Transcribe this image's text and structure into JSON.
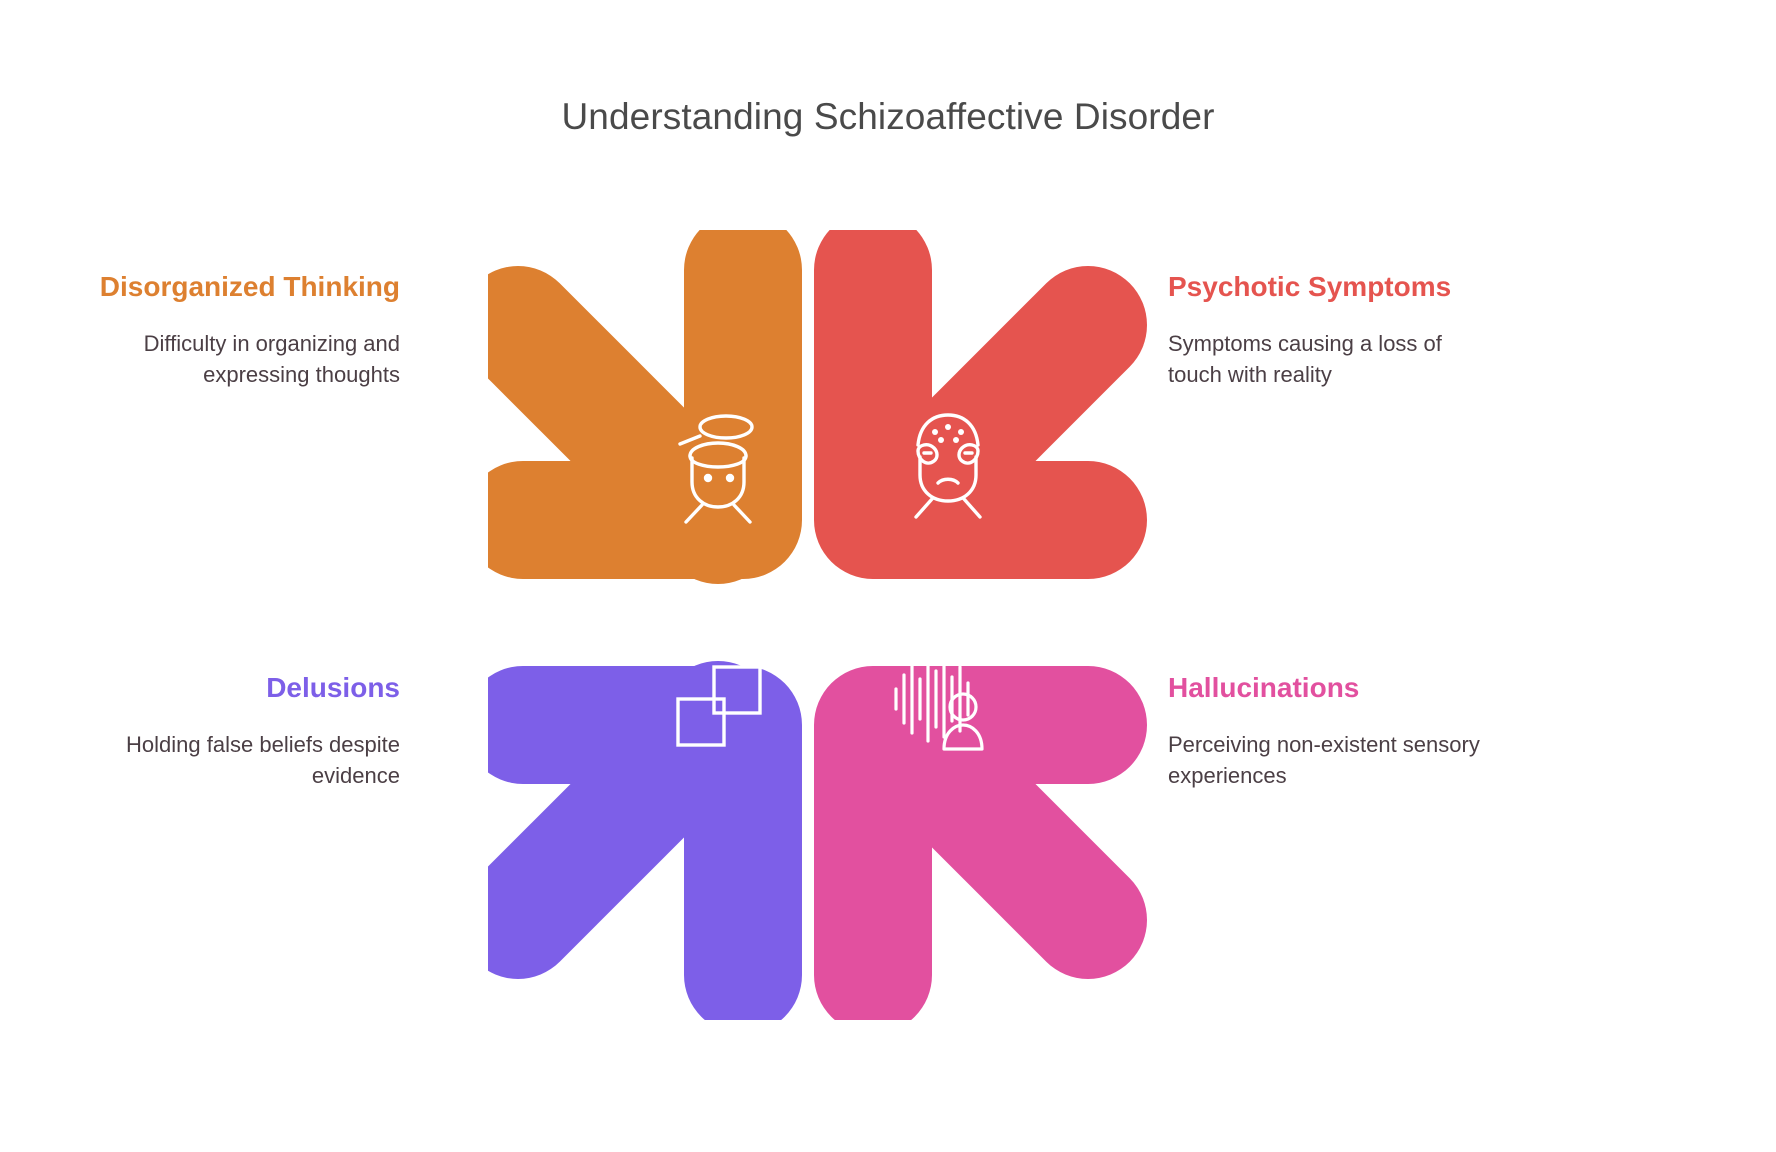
{
  "title": "Understanding Schizoaffective Disorder",
  "colors": {
    "orange": "#dd8030",
    "red": "#e5544f",
    "purple": "#7d5fe8",
    "pink": "#e2509f",
    "title_text": "#4a4a4a",
    "body_text": "#4b3f45",
    "background": "#ffffff"
  },
  "quadrants": {
    "top_left": {
      "heading": "Disorganized Thinking",
      "description": "Difficulty in organizing and expressing thoughts",
      "color": "#dd8030",
      "icon": "head-with-lifted-lid-icon",
      "arrow_direction": "down-right"
    },
    "top_right": {
      "heading": "Psychotic Symptoms",
      "description": "Symptoms causing a loss of touch with reality",
      "color": "#e5544f",
      "icon": "distressed-masked-face-icon",
      "arrow_direction": "down-left"
    },
    "bottom_left": {
      "heading": "Delusions",
      "description": "Holding false beliefs despite evidence",
      "color": "#7d5fe8",
      "icon": "overlapping-squares-icon",
      "arrow_direction": "up-right"
    },
    "bottom_right": {
      "heading": "Hallucinations",
      "description": "Perceiving non-existent sensory experiences",
      "color": "#e2509f",
      "icon": "soundwave-person-icon",
      "arrow_direction": "up-left"
    }
  }
}
